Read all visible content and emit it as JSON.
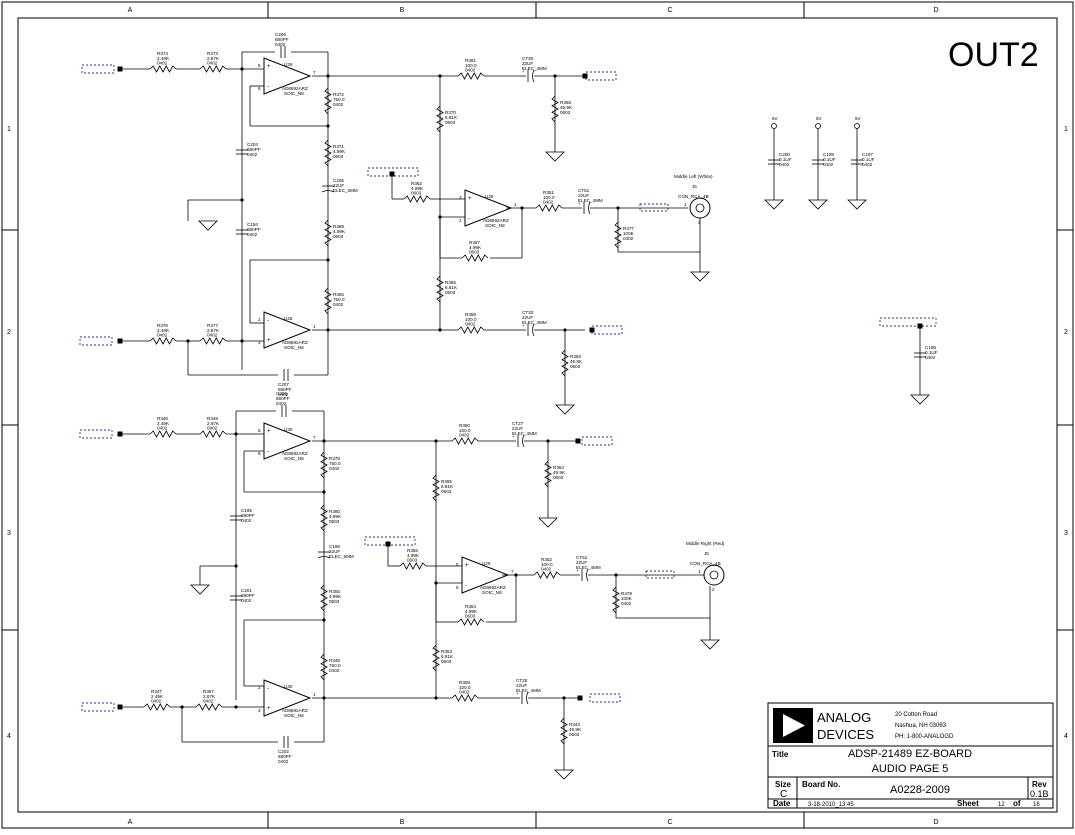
{
  "sheet_title": "OUT2",
  "zones": {
    "cols": [
      "A",
      "B",
      "C",
      "D"
    ],
    "rows": [
      "1",
      "2",
      "3",
      "4"
    ]
  },
  "title_block": {
    "logo_line1": "ANALOG",
    "logo_line2": "DEVICES",
    "address1": "20 Cotton Road",
    "address2": "Nashua, NH 03063",
    "phone": "PH: 1-800-ANALOGD",
    "title_label": "Title",
    "title1": "ADSP-21489 EZ-BOARD",
    "title2": "AUDIO PAGE 5",
    "size_label": "Size",
    "size": "C",
    "board_label": "Board No.",
    "board": "A0228-2009",
    "rev_label": "Rev",
    "rev": "0.1B",
    "date_label": "Date",
    "date": "3-18-2010_13:45",
    "sheet_label": "Sheet",
    "sheet": "12",
    "of_label": "of",
    "total": "16"
  },
  "connectors": [
    {
      "ref": "J5",
      "part": "CON_RCA_4B",
      "desc": "Middle Left (White)"
    },
    {
      "ref": "J5",
      "part": "CON_RCA_4B",
      "desc": "Middle Right (Red)"
    }
  ],
  "opamps": {
    "u28a": {
      "ref": "U28",
      "part": "AD8692ARZ",
      "pkg": "SOIC_N8",
      "pin_p": "5",
      "pin_n": "6",
      "pin_o": "7"
    },
    "u28b": {
      "ref": "U28",
      "part": "AD8692ARZ",
      "pkg": "SOIC_N8",
      "pin_p": "3",
      "pin_n": "2",
      "pin_o": "1"
    },
    "u29a": {
      "ref": "U29",
      "part": "AD8692ARZ",
      "pkg": "SOIC_N8",
      "pin_p": "3",
      "pin_n": "2",
      "pin_o": "1"
    },
    "u30a": {
      "ref": "U30",
      "part": "AD8692ARZ",
      "pkg": "SOIC_N8",
      "pin_p": "5",
      "pin_n": "6",
      "pin_o": "7"
    },
    "u30b": {
      "ref": "U30",
      "part": "AD8692ARZ",
      "pkg": "SOIC_N8",
      "pin_p": "3",
      "pin_n": "2",
      "pin_o": "1"
    },
    "u29b": {
      "ref": "U29",
      "part": "AD8692ARZ",
      "pkg": "SOIC_N8",
      "pin_p": "5",
      "pin_n": "6",
      "pin_o": "7"
    }
  },
  "components": {
    "r374": [
      "R374",
      "2.49K",
      "0402"
    ],
    "r373": [
      "R373",
      "2.67K",
      "0402"
    ],
    "c206": [
      "C206",
      "680PF",
      "0402"
    ],
    "r372": [
      "R372",
      "750.0",
      "0402"
    ],
    "r371": [
      "R371",
      "4.99K",
      "0603"
    ],
    "c205": [
      "C205",
      "22UF",
      "ELEC_5MM"
    ],
    "r369": [
      "R369",
      "4.99K",
      "0603"
    ],
    "r365": [
      "R365",
      "750.0",
      "0402"
    ],
    "c204": [
      "C204",
      "680PF",
      "0402"
    ],
    "c194": [
      "C194",
      "680PF",
      "0402"
    ],
    "r376": [
      "R376",
      "2.49K",
      "0402"
    ],
    "r377": [
      "R377",
      "2.67K",
      "0402"
    ],
    "c207": [
      "C207",
      "680PF",
      "0402"
    ],
    "r361": [
      "R361",
      "100.0",
      "0402"
    ],
    "ct30": [
      "CT30",
      "22UF",
      "ELEC_4MM"
    ],
    "r368": [
      "R368",
      "49.9K",
      "0603"
    ],
    "r370": [
      "R370",
      "6.81K",
      "0603"
    ],
    "r362": [
      "R362",
      "4.99K",
      "0603"
    ],
    "r351": [
      "R351",
      "100.0",
      "0402"
    ],
    "ct51": [
      "CT51",
      "22UF",
      "ELEC_4MM"
    ],
    "r477": [
      "R477",
      "100K",
      "0402"
    ],
    "r367": [
      "R367",
      "4.99K",
      "0603"
    ],
    "r366": [
      "R366",
      "6.81K",
      "0603"
    ],
    "r358": [
      "R358",
      "100.0",
      "0402"
    ],
    "ct33": [
      "CT33",
      "22UF",
      "ELEC_4MM"
    ],
    "r363": [
      "R363",
      "49.9K",
      "0603"
    ],
    "r346": [
      "R346",
      "2.49K",
      "0402"
    ],
    "r348": [
      "R348",
      "2.67K",
      "0402"
    ],
    "c203": [
      "C203",
      "680PF",
      "0402"
    ],
    "r378": [
      "R378",
      "750.0",
      "0402"
    ],
    "r380": [
      "R380",
      "4.99K",
      "0603"
    ],
    "c195": [
      "C195",
      "680PF",
      "0402"
    ],
    "c196": [
      "C196",
      "22UF",
      "ELEC_5MM"
    ],
    "r355": [
      "R355",
      "4.99K",
      "0603"
    ],
    "c201": [
      "C201",
      "680PF",
      "0402"
    ],
    "r349": [
      "R349",
      "750.0",
      "0402"
    ],
    "r347": [
      "R347",
      "2.49K",
      "0402"
    ],
    "r357": [
      "R357",
      "2.67K",
      "0402"
    ],
    "c202": [
      "C202",
      "680PF",
      "0402"
    ],
    "r360": [
      "R360",
      "100.0",
      "0402"
    ],
    "ct27": [
      "CT27",
      "22UF",
      "ELEC_4MM"
    ],
    "r364": [
      "R364",
      "49.9K",
      "0603"
    ],
    "r365b": [
      "R365",
      "6.81K",
      "0603"
    ],
    "r356": [
      "R356",
      "4.99K",
      "0603"
    ],
    "r352": [
      "R352",
      "100.0",
      "0402"
    ],
    "ct52": [
      "CT52",
      "22UF",
      "ELEC_4MM"
    ],
    "r478": [
      "R478",
      "100K",
      "0402"
    ],
    "r354": [
      "R354",
      "4.99K",
      "0603"
    ],
    "r353": [
      "R353",
      "6.81K",
      "0603"
    ],
    "r359": [
      "R359",
      "100.0",
      "0402"
    ],
    "ct28": [
      "CT28",
      "22UF",
      "ELEC_4MM"
    ],
    "r344": [
      "R344",
      "49.9K",
      "0603"
    ],
    "c200": [
      "C200",
      "0.1UF",
      "0402"
    ],
    "c199": [
      "C199",
      "0.1UF",
      "0402"
    ],
    "c197": [
      "C197",
      "0.1UF",
      "0402"
    ],
    "c198": [
      "C198",
      "0.1UF",
      "0402"
    ]
  },
  "power": [
    "5V",
    "5V",
    "5V"
  ],
  "colors": {
    "ink": "#000000",
    "net_label": "#1f2f9a",
    "paper": "#ffffff"
  }
}
